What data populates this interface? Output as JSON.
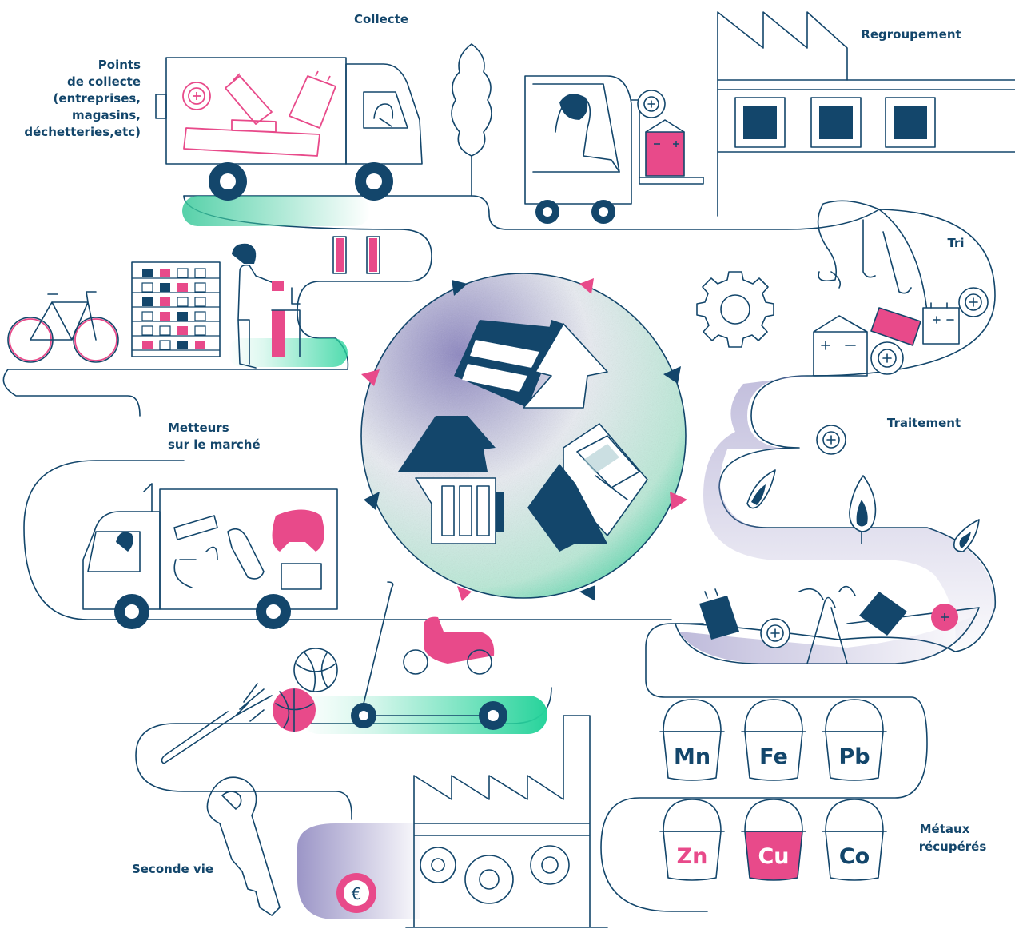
{
  "labels": {
    "collecte": "Collecte",
    "points_line1": "Points",
    "points_line2": "de collecte",
    "points_line3": "(entreprises,",
    "points_line4": "magasins,",
    "points_line5": "déchetteries,etc)",
    "regroupement": "Regroupement",
    "tri": "Tri",
    "traitement": "Traitement",
    "metteurs_line1": "Metteurs",
    "metteurs_line2": "sur le marché",
    "metaux_line1": "Métaux",
    "metaux_line2": "récupérés",
    "seconde_vie": "Seconde vie"
  },
  "metals": [
    {
      "symbol": "Mn"
    },
    {
      "symbol": "Fe"
    },
    {
      "symbol": "Pb"
    },
    {
      "symbol": "Zn"
    },
    {
      "symbol": "Cu"
    },
    {
      "symbol": "Co"
    }
  ],
  "colors": {
    "navy": "#13466b",
    "pink": "#e84a8a",
    "green": "#2fcf9a",
    "purple": "#7b7bb5"
  },
  "icons": [
    "battery-icon",
    "recycle-arrow-icon",
    "gear-icon",
    "truck-icon",
    "forklift-icon",
    "factory-icon",
    "bicycle-icon",
    "scooter-icon",
    "key-icon",
    "fork-icon",
    "ball-icon",
    "flame-icon",
    "coin-icon",
    "bucket-icon",
    "hand-icon"
  ]
}
